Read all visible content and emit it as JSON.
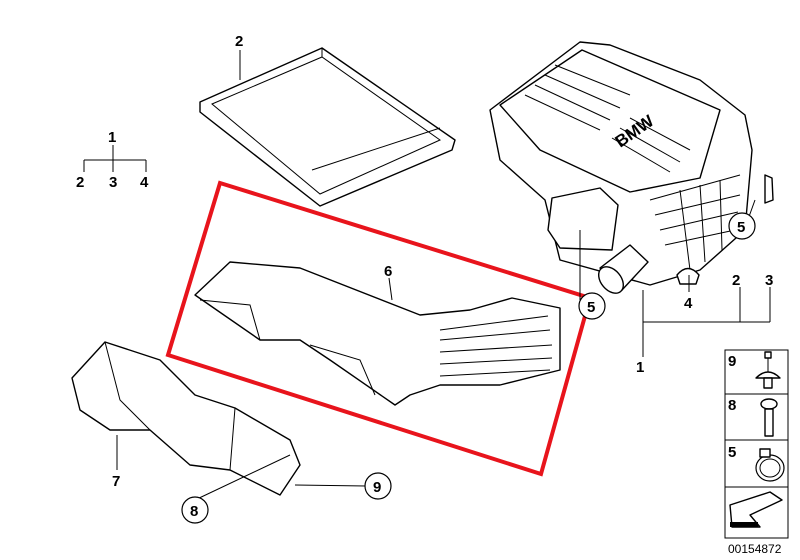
{
  "diagram": {
    "part_number": "00154872",
    "logo_text": "BMW",
    "highlight_color": "#e8141c",
    "labels": {
      "filter_element": "2",
      "set_1": "1",
      "set_2": "2",
      "set_3": "3",
      "set_4": "4",
      "duct": "6",
      "clamp_box": "5",
      "clamp_duct": "5",
      "grommet": "4",
      "housing_2": "2",
      "housing_3": "3",
      "housing_1": "1",
      "intake_7": "7",
      "screw_8": "8",
      "rivet_9": "9"
    },
    "legend": [
      {
        "number": "9",
        "icon": "expanding-rivet-icon"
      },
      {
        "number": "8",
        "icon": "screw-icon"
      },
      {
        "number": "5",
        "icon": "hose-clamp-icon"
      },
      {
        "number": "",
        "icon": "arrow-icon"
      }
    ]
  }
}
